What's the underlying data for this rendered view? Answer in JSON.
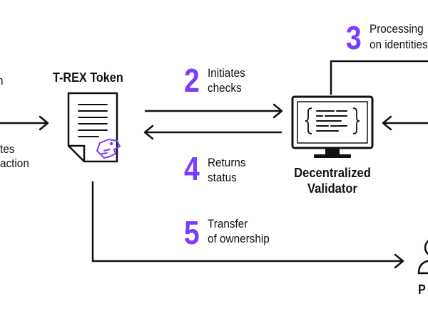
{
  "colors": {
    "accent": "#7a3cff",
    "ink": "#111111"
  },
  "left_actor": {
    "label_fragment": "n",
    "action_line1": "tes",
    "action_line2": "action"
  },
  "token": {
    "title": "T-REX Token",
    "icon": "document-icon",
    "badge_icon": "t-rex-icon"
  },
  "validator": {
    "line1": "Decentralized",
    "line2": "Validator",
    "icon": "monitor-code-icon"
  },
  "steps": [
    {
      "number": "2",
      "line1": "Initiates",
      "line2": "checks"
    },
    {
      "number": "3",
      "line1": "Processing",
      "line2": "on identities"
    },
    {
      "number": "4",
      "line1": "Returns",
      "line2": "status"
    },
    {
      "number": "5",
      "line1": "Transfer",
      "line2": "of ownership"
    }
  ],
  "recipient": {
    "label_fragment": "P",
    "icon": "person-icon"
  }
}
